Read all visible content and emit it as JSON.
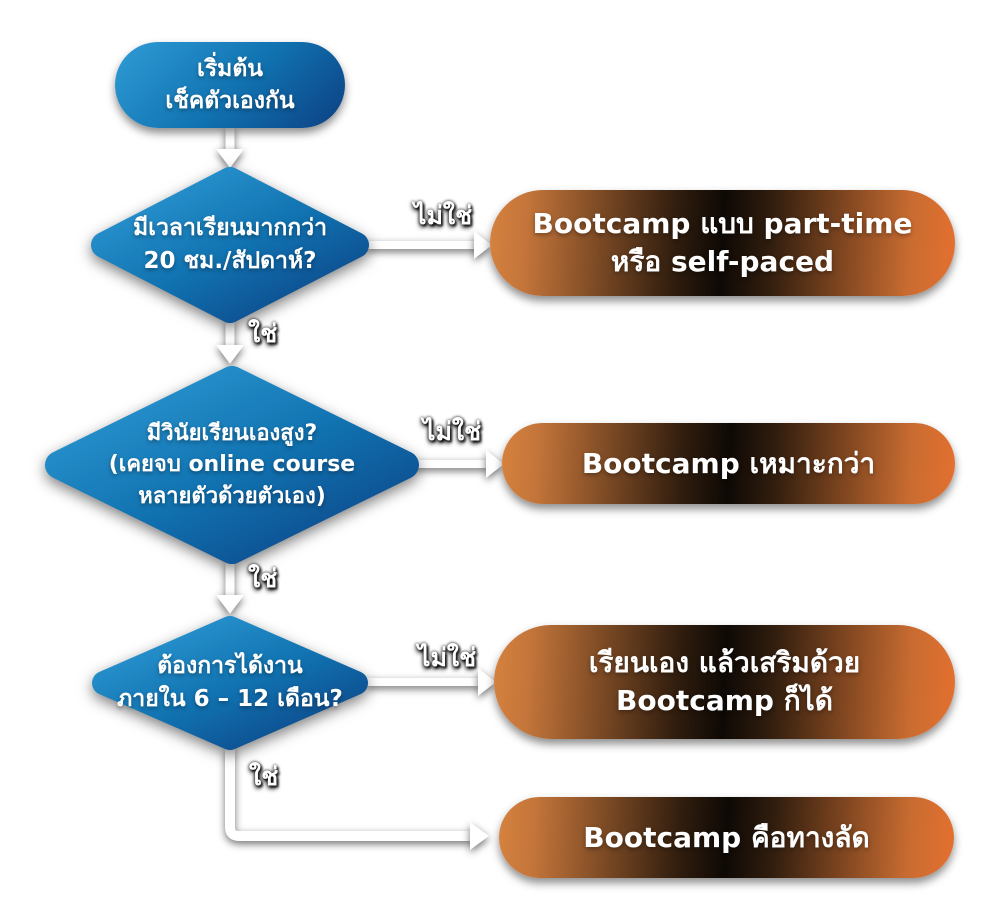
{
  "title": "bootcamp-decision-flowchart",
  "colors": {
    "blue_gradient_start": "#2f9cd6",
    "blue_gradient_mid": "#1173b1",
    "blue_gradient_end": "#0c4083",
    "orange_edge_left": "#d6823f",
    "orange_center_dark": "#0e0905",
    "orange_edge_right": "#e4702f",
    "connector": "#ffffff",
    "text": "#ffffff",
    "background": "#ffffff"
  },
  "nodes": {
    "start": {
      "line1": "เริ่มต้น",
      "line2": "เช็คตัวเองกัน"
    },
    "q1": {
      "line1": "มีเวลาเรียนมากกว่า",
      "line2": "20 ชม./สัปดาห์?"
    },
    "q2": {
      "line1": "มีวินัยเรียนเองสูง?",
      "line2": "(เคยจบ online course",
      "line3": "หลายตัวด้วยตัวเอง)"
    },
    "q3": {
      "line1": "ต้องการได้งาน",
      "line2": "ภายใน 6 – 12 เดือน?"
    },
    "r1": {
      "line1": "Bootcamp แบบ part-time",
      "line2": "หรือ self-paced"
    },
    "r2": {
      "line1": "Bootcamp เหมาะกว่า"
    },
    "r3": {
      "line1": "เรียนเอง แล้วเสริมด้วย",
      "line2": "Bootcamp ก็ได้"
    },
    "r4": {
      "line1": "Bootcamp คือทางลัด"
    }
  },
  "labels": {
    "yes": "ใช่",
    "no": "ไม่ใช่"
  }
}
